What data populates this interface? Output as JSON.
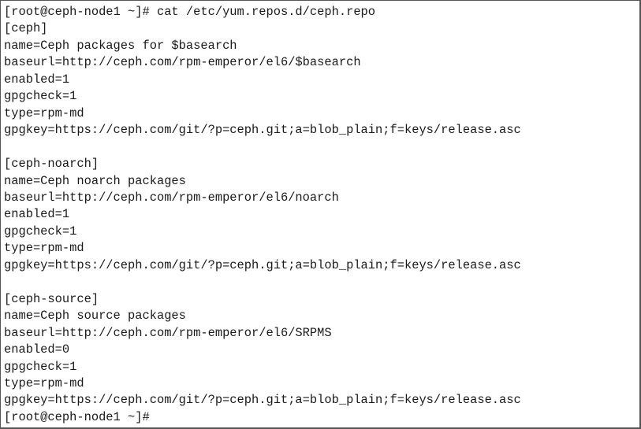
{
  "terminal": {
    "lines": [
      "[root@ceph-node1 ~]# cat /etc/yum.repos.d/ceph.repo",
      "[ceph]",
      "name=Ceph packages for $basearch",
      "baseurl=http://ceph.com/rpm-emperor/el6/$basearch",
      "enabled=1",
      "gpgcheck=1",
      "type=rpm-md",
      "gpgkey=https://ceph.com/git/?p=ceph.git;a=blob_plain;f=keys/release.asc",
      "",
      "[ceph-noarch]",
      "name=Ceph noarch packages",
      "baseurl=http://ceph.com/rpm-emperor/el6/noarch",
      "enabled=1",
      "gpgcheck=1",
      "type=rpm-md",
      "gpgkey=https://ceph.com/git/?p=ceph.git;a=blob_plain;f=keys/release.asc",
      "",
      "[ceph-source]",
      "name=Ceph source packages",
      "baseurl=http://ceph.com/rpm-emperor/el6/SRPMS",
      "enabled=0",
      "gpgcheck=1",
      "type=rpm-md",
      "gpgkey=https://ceph.com/git/?p=ceph.git;a=blob_plain;f=keys/release.asc",
      "[root@ceph-node1 ~]#"
    ]
  }
}
